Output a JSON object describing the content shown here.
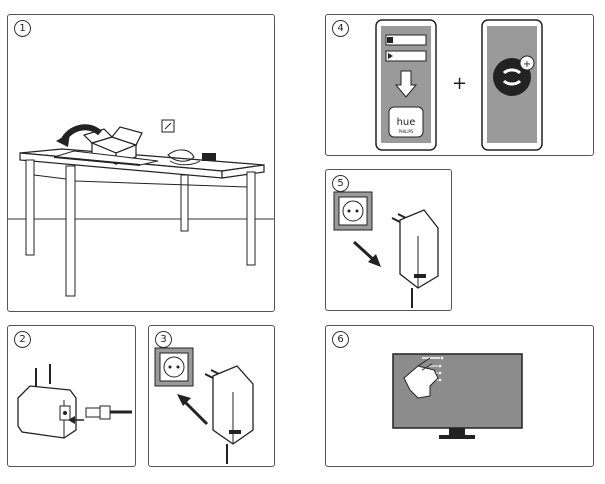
{
  "steps": [
    {
      "number": "1"
    },
    {
      "number": "2"
    },
    {
      "number": "3"
    },
    {
      "number": "4"
    },
    {
      "number": "5"
    },
    {
      "number": "6"
    }
  ],
  "step4": {
    "plus_sign": "+",
    "hue_logo_text": "hue",
    "hue_logo_subtext": "PHILIPS",
    "app_badge_symbol": "+",
    "icons": [
      "apple-store-icon",
      "google-play-icon",
      "download-arrow-icon",
      "hue-app-icon",
      "sync-app-icon"
    ]
  },
  "step6": {
    "icons": [
      "tv-screen-icon",
      "hand-pointer-icon",
      "light-bars-icon"
    ]
  },
  "colors": {
    "line": "#222222",
    "phone_screen": "#9a9a9a",
    "tv_screen": "#8c8c8c",
    "badge_outline": "#333333"
  }
}
